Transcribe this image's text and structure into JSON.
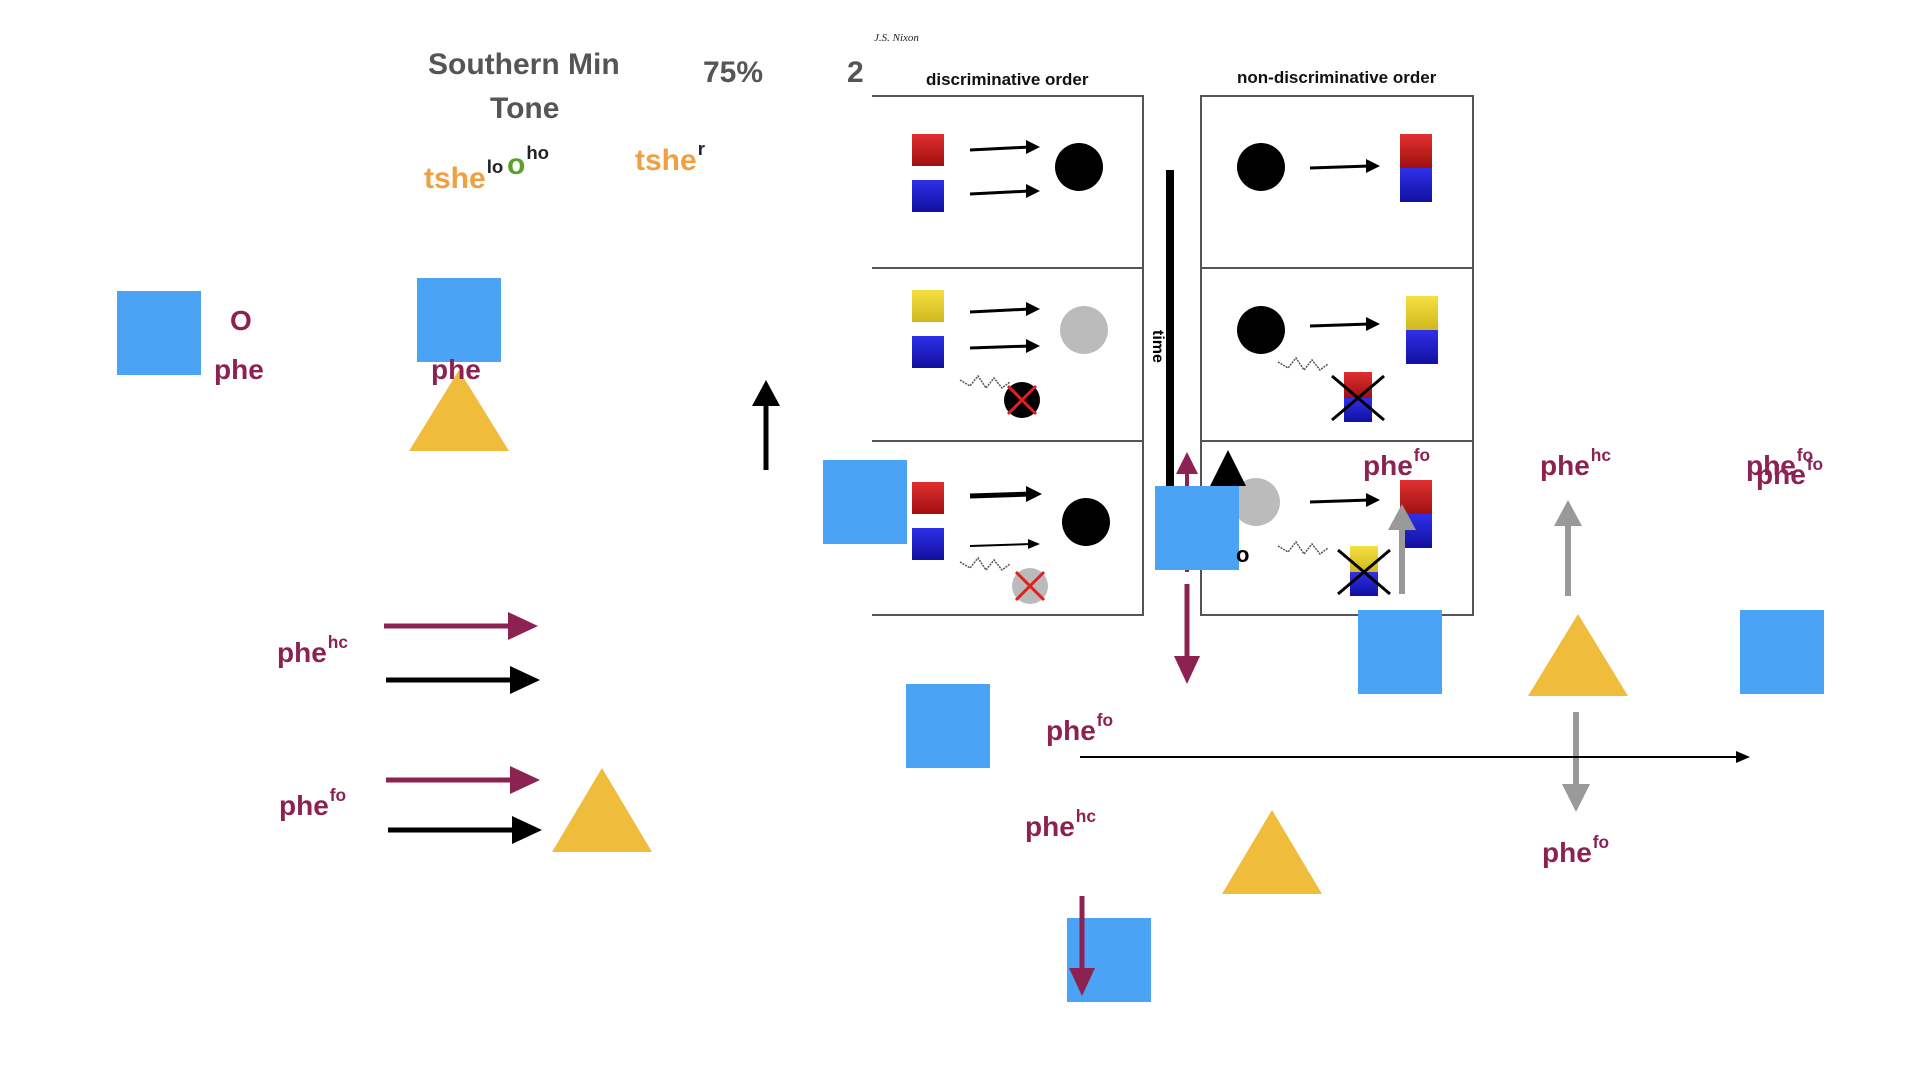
{
  "slide": {
    "title_line1": "Southern Min",
    "title_line2": "Tone",
    "percent": "75%",
    "cut_char": "2",
    "tshe_lo": {
      "base": "tshe",
      "sup": "lo"
    },
    "o_ho": {
      "base": "o",
      "sup": "ho"
    },
    "tshe_r": {
      "base": "tshe",
      "sup": "r"
    },
    "o_label": "O",
    "phe1": "phe",
    "phe2": "phe",
    "phe_hc_left": {
      "base": "phe",
      "sup": "hc"
    },
    "phe_fo_left": {
      "base": "phe",
      "sup": "fo"
    },
    "phe_fo_mid": {
      "base": "phe",
      "sup": "fo"
    },
    "phe_hc_mid": {
      "base": "phe",
      "sup": "hc"
    },
    "phe_fo_fig": {
      "base": "phe",
      "sup": "fo"
    },
    "phe_hc_right": {
      "base": "phe",
      "sup": "hc"
    },
    "phe_fo_far_a": {
      "base": "phe",
      "sup": "fo"
    },
    "phe_fo_far_b": {
      "base": "phe",
      "sup": "fo"
    },
    "phe_fo_bottom": {
      "base": "phe",
      "sup": "fo"
    },
    "o_fragment": "o"
  },
  "figure": {
    "author": "J.S. Nixon",
    "left_header": "discriminative order",
    "right_header": "non-discriminative order",
    "time_label": "time"
  },
  "colors": {
    "purple": "#8b2252",
    "blue_square": "#4aa3f5",
    "triangle": "#f0bc3c",
    "orange": "#f0a040",
    "green": "#5aa02c",
    "grey_arrow": "#999999"
  }
}
